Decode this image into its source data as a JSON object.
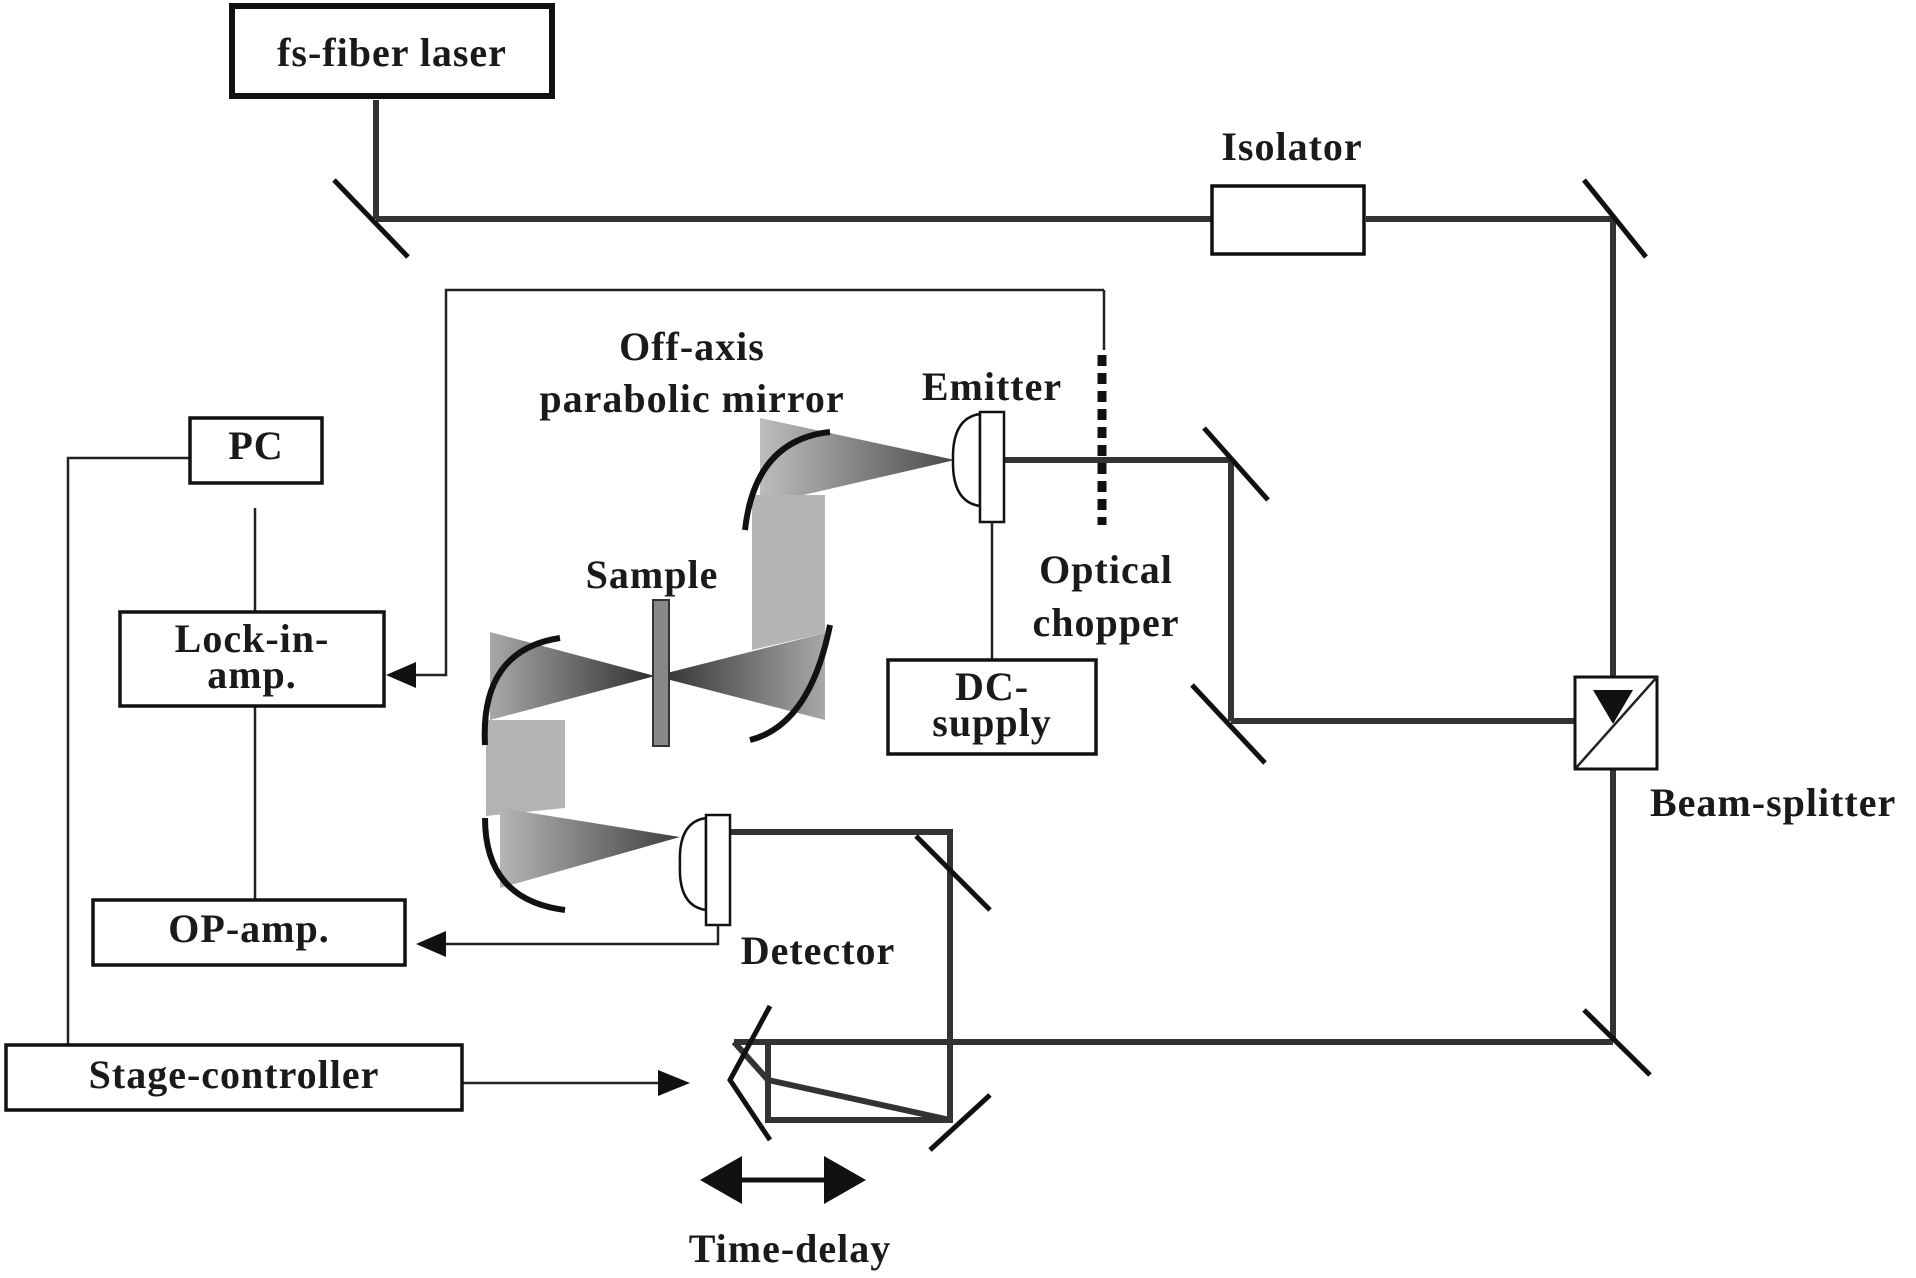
{
  "labels": {
    "laser": "fs-fiber laser",
    "isolator": "Isolator",
    "off_axis_line1": "Off-axis",
    "off_axis_line2": "parabolic mirror",
    "emitter": "Emitter",
    "pc": "PC",
    "optical_line1": "Optical",
    "optical_line2": "chopper",
    "sample": "Sample",
    "lockin_line1": "Lock-in-",
    "lockin_line2": "amp.",
    "dc_line1": "DC-",
    "dc_line2": "supply",
    "beam_splitter": "Beam-splitter",
    "op_amp": "OP-amp.",
    "detector": "Detector",
    "stage_controller": "Stage-controller",
    "time_delay": "Time-delay"
  }
}
